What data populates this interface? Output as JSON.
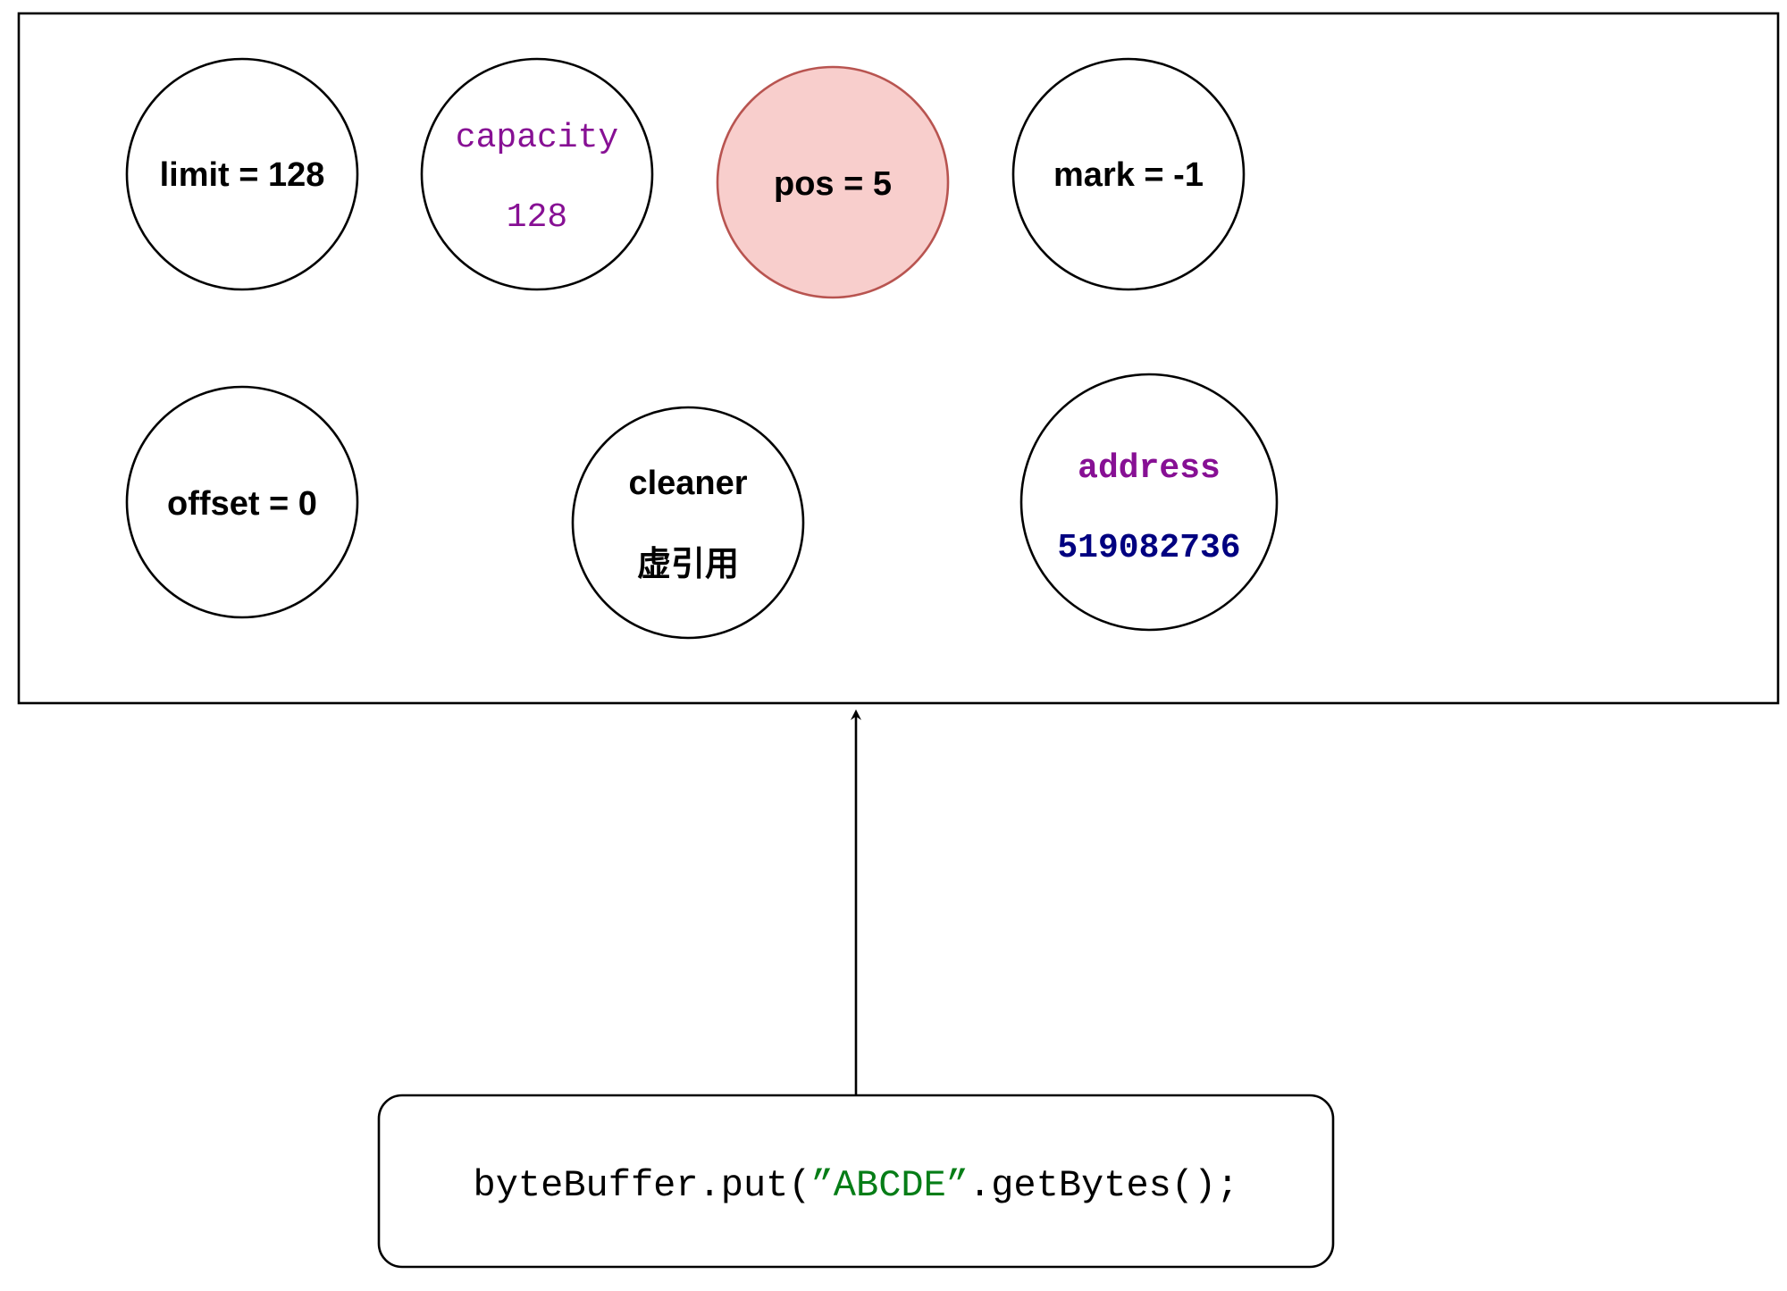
{
  "colors": {
    "field_name_purple": "#871094",
    "code_string_green": "#067d17",
    "address_value": "#000080",
    "highlight_fill": "#f8cecc",
    "highlight_stroke": "#b85450"
  },
  "buffer": {
    "fields": {
      "limit": {
        "label": "limit = 128"
      },
      "capacity": {
        "name": "capacity",
        "value": "128"
      },
      "pos": {
        "label": "pos = 5"
      },
      "mark": {
        "label": "mark = -1"
      },
      "offset": {
        "label": "offset = 0"
      },
      "cleaner": {
        "name": "cleaner",
        "value": "虚引用"
      },
      "address": {
        "name": "address",
        "value": "519082736"
      }
    }
  },
  "code": {
    "prefix": "byteBuffer.put(",
    "string_literal": "”ABCDE”",
    "suffix": ".getBytes();"
  }
}
